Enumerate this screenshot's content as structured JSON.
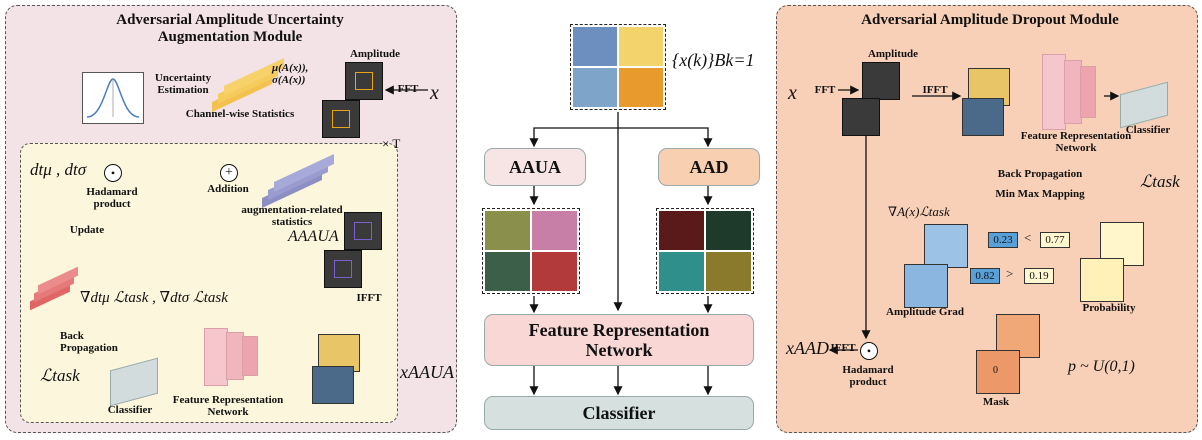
{
  "left": {
    "title_line1": "Adversarial Amplitude Uncertainty",
    "title_line2": "Augmentation Module",
    "amplitude": "Amplitude",
    "fft": "FFT",
    "x": "x",
    "uncertainty_line1": "Uncertainty",
    "uncertainty_line2": "Estimation",
    "mu": "μ(A(x)),",
    "sigma": "σ(A(x))",
    "channel_stats": "Channel-wise Statistics",
    "times_t": "× T",
    "d_params": "dtμ , dtσ",
    "hadamard_line1": "Hadamard",
    "hadamard_line2": "product",
    "addition": "Addition",
    "aug_line1": "augmentation-related",
    "aug_line2": "statistics",
    "a_aaua": "AAAUA",
    "ifft": "IFFT",
    "update": "Update",
    "grad": "∇dtμ ℒtask , ∇dtσ ℒtask",
    "back_line1": "Back",
    "back_line2": "Propagation",
    "l_task": "ℒtask",
    "classifier": "Classifier",
    "frn_line1": "Feature Representation",
    "frn_line2": "Network",
    "x_aaua": "xAAUA"
  },
  "center": {
    "batch": "{x(k)}Bk=1",
    "aaua": "AAUA",
    "aad": "AAD",
    "frn_line1": "Feature Representation",
    "frn_line2": "Network",
    "classifier": "Classifier"
  },
  "right": {
    "title": "Adversarial Amplitude Dropout Module",
    "amplitude": "Amplitude",
    "x": "x",
    "fft": "FFT",
    "ifft": "IFFT",
    "frn_line1": "Feature Representation",
    "frn_line2": "Network",
    "classifier": "Classifier",
    "back_prop": "Back Propagation",
    "minmax": "Min Max Mapping",
    "l_task": "ℒtask",
    "grad": "∇A(x)ℒtask",
    "v1": "0.23",
    "v2": "0.77",
    "v3": "0.82",
    "v4": "0.19",
    "lt": "<",
    "gt": ">",
    "amp_grad": "Amplitude Grad",
    "probability": "Probability",
    "mask": "Mask",
    "zero": "0",
    "hadamard_line1": "Hadamard",
    "hadamard_line2": "product",
    "x_aad": "xAAD",
    "ifft2": "IFFT",
    "dist": "p ~ U(0,1)"
  }
}
